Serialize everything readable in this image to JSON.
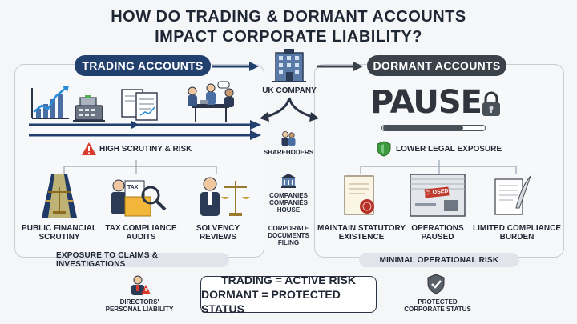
{
  "title": {
    "line1": "HOW DO TRADING & DORMANT ACCOUNTS",
    "line2": "IMPACT CORPORATE LIABILITY?"
  },
  "trading": {
    "header": "TRADING ACCOUNTS",
    "risk_label": "HIGH SCRUTINY & RISK",
    "items": [
      {
        "label_line1": "PUBLIC FINANCIAL",
        "label_line2": "SCRUTINY",
        "icon": "spotlight-scales-icon"
      },
      {
        "label_line1": "TAX COMPLIANCE",
        "label_line2": "AUDITS",
        "icon": "tax-magnifier-icon"
      },
      {
        "label_line1": "SOLVENCY",
        "label_line2": "REVIEWS",
        "icon": "stressed-person-scales-icon"
      }
    ],
    "footer": "EXPOSURE TO CLAIMS & INVESTIGATIONS",
    "colors": {
      "header": "#22406e",
      "alert": "#d93a2b"
    }
  },
  "center": {
    "company_label": "UK COMPANY",
    "shareholders": "SHAREHODERS",
    "companies_house_line1": "COMPANIES",
    "companies_house_line2": "COMPANIÉS",
    "companies_house_line3": "HOUSE",
    "filing_line1": "CORPORATE",
    "filing_line2": "DOCUMENTS",
    "filing_line3": "FILING"
  },
  "dormant": {
    "header": "DORMANT ACCOUNTS",
    "pause_word": "PAUSE",
    "exposure_label": "LOWER LEGAL EXPOSURE",
    "items": [
      {
        "label_line1": "MAINTAIN STATUTORY",
        "label_line2": "EXISTENCE",
        "icon": "certificate-seal-icon"
      },
      {
        "label_line1": "OPERATIONS",
        "label_line2": "PAUSED",
        "icon": "closed-office-icon"
      },
      {
        "label_line1": "LIMITED COMPLIANCE",
        "label_line2": "BURDEN",
        "icon": "document-quill-icon"
      }
    ],
    "closed_sign": "CLOSED",
    "footer": "MINIMAL OPERATIONAL RISK",
    "colors": {
      "header": "#3c424a",
      "shield": "#3e9a3e"
    }
  },
  "bottom": {
    "directors_line1": "DIRECTORS'",
    "directors_line2": "PERSONAL LIABILITY",
    "summary_line1": "TRADING = ACTIVE RISK",
    "summary_line2": "DORMANT = PROTECTED STATUS",
    "protected_line1": "PROTECTED",
    "protected_line2": "CORPORATE STATUS"
  }
}
